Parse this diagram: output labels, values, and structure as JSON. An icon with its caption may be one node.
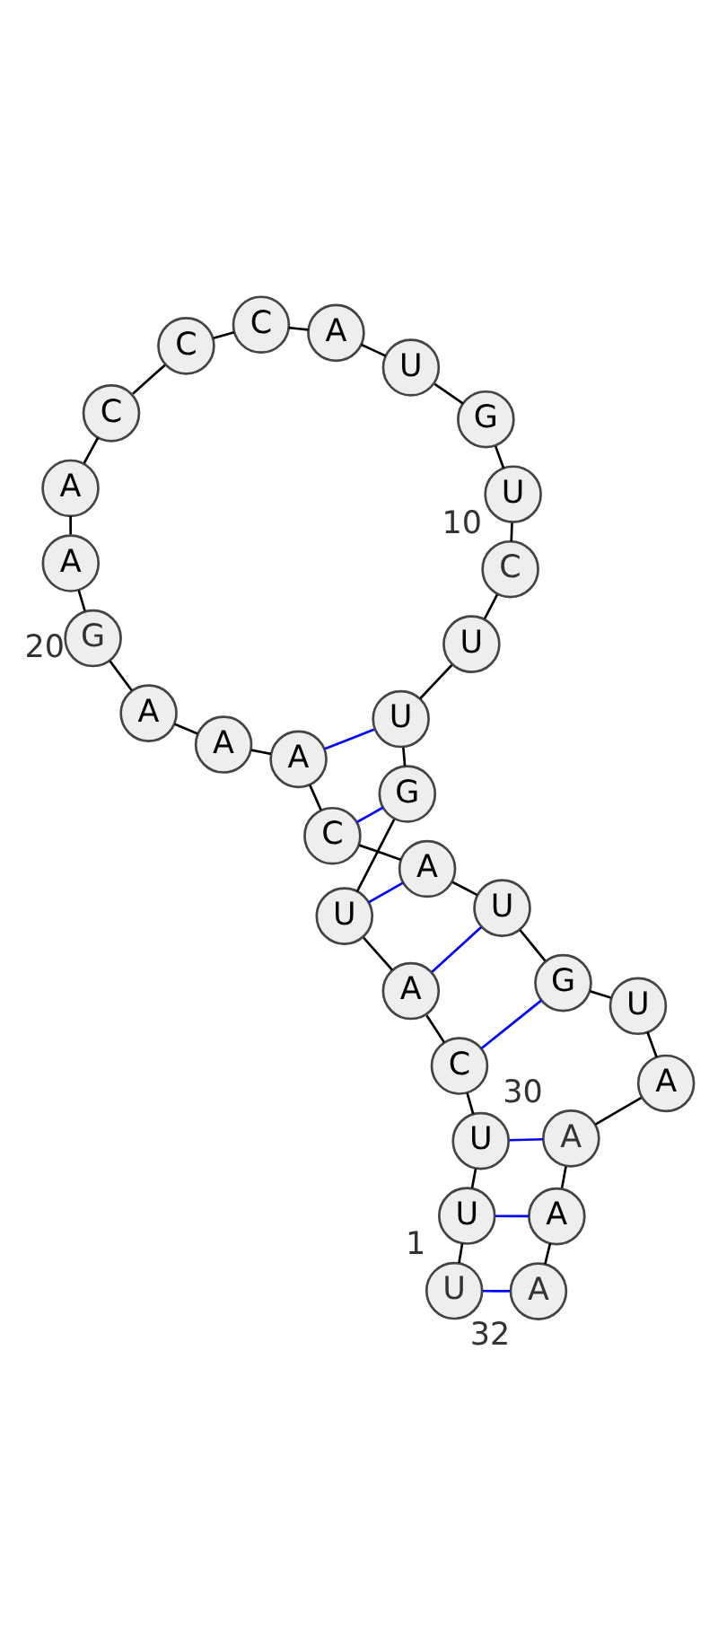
{
  "diagram": {
    "nodes": [
      {
        "text": [
          "U"
        ],
        "beside": [
          "1"
        ]
      },
      {
        "text": [
          "U"
        ]
      },
      {
        "text": [
          "U"
        ]
      },
      {
        "text": [
          "C"
        ]
      },
      {
        "text": [
          "A"
        ]
      },
      {
        "text": [
          "U"
        ]
      },
      {
        "text": [
          "G"
        ]
      },
      {
        "text": [
          "U"
        ]
      },
      {
        "text": [
          "U"
        ]
      },
      {
        "text": [
          "C"
        ],
        "beside": [
          "10"
        ]
      },
      {
        "text": [
          "U"
        ]
      },
      {
        "text": [
          "G"
        ]
      },
      {
        "text": [
          "U"
        ]
      },
      {
        "text": [
          "A"
        ]
      },
      {
        "text": [
          "C"
        ]
      },
      {
        "text": [
          "C"
        ]
      },
      {
        "text": [
          "C"
        ]
      },
      {
        "text": [
          "A"
        ]
      },
      {
        "text": [
          "A"
        ]
      },
      {
        "text": [
          "G"
        ],
        "beside": [
          "20"
        ]
      },
      {
        "text": [
          "A"
        ]
      },
      {
        "text": [
          "A"
        ]
      },
      {
        "text": [
          "A"
        ]
      },
      {
        "text": [
          "C"
        ]
      },
      {
        "text": [
          "A"
        ]
      },
      {
        "text": [
          "U"
        ]
      },
      {
        "text": [
          "G"
        ]
      },
      {
        "text": [
          "U"
        ]
      },
      {
        "text": [
          "A"
        ]
      },
      {
        "text": [
          "A"
        ],
        "beside": [
          "30"
        ]
      },
      {
        "text": [
          "A"
        ]
      },
      {
        "text": [
          "A"
        ],
        "beside": [
          "32"
        ]
      }
    ],
    "edges": [
      {
        "from": 0,
        "to": 1,
        "arrow": "none"
      },
      {
        "from": 1,
        "to": 2,
        "arrow": "none"
      },
      {
        "from": 2,
        "to": 3,
        "arrow": "none"
      },
      {
        "from": 3,
        "to": 4,
        "arrow": "none"
      },
      {
        "from": 4,
        "to": 5,
        "arrow": "none"
      },
      {
        "from": 5,
        "to": 6,
        "arrow": "none"
      },
      {
        "from": 6,
        "to": 7,
        "arrow": "none"
      },
      {
        "from": 7,
        "to": 8,
        "arrow": "none"
      },
      {
        "from": 8,
        "to": 9,
        "arrow": "none"
      },
      {
        "from": 9,
        "to": 10,
        "arrow": "none"
      },
      {
        "from": 10,
        "to": 11,
        "arrow": "none"
      },
      {
        "from": 11,
        "to": 12,
        "arrow": "none"
      },
      {
        "from": 12,
        "to": 13,
        "arrow": "none"
      },
      {
        "from": 13,
        "to": 14,
        "arrow": "none"
      },
      {
        "from": 14,
        "to": 15,
        "arrow": "none"
      },
      {
        "from": 15,
        "to": 16,
        "arrow": "none"
      },
      {
        "from": 16,
        "to": 17,
        "arrow": "none"
      },
      {
        "from": 17,
        "to": 18,
        "arrow": "none"
      },
      {
        "from": 18,
        "to": 19,
        "arrow": "none"
      },
      {
        "from": 19,
        "to": 20,
        "arrow": "none"
      },
      {
        "from": 20,
        "to": 21,
        "arrow": "none"
      },
      {
        "from": 21,
        "to": 22,
        "arrow": "none"
      },
      {
        "from": 22,
        "to": 23,
        "arrow": "none"
      },
      {
        "from": 23,
        "to": 24,
        "arrow": "none"
      },
      {
        "from": 24,
        "to": 25,
        "arrow": "none"
      },
      {
        "from": 25,
        "to": 26,
        "arrow": "none"
      },
      {
        "from": 26,
        "to": 27,
        "arrow": "none"
      },
      {
        "from": 27,
        "to": 28,
        "arrow": "none"
      },
      {
        "from": 28,
        "to": 29,
        "arrow": "none"
      },
      {
        "from": 29,
        "to": 30,
        "arrow": "none"
      },
      {
        "from": 30,
        "to": 31,
        "arrow": "none"
      },
      {
        "from": 0,
        "to": 31,
        "arrow": "none",
        "color": "#0000ff"
      },
      {
        "from": 1,
        "to": 30,
        "arrow": "none",
        "color": "#0000ff"
      },
      {
        "from": 2,
        "to": 29,
        "arrow": "none",
        "color": "#0000ff"
      },
      {
        "from": 3,
        "to": 26,
        "arrow": "none",
        "color": "#0000ff"
      },
      {
        "from": 4,
        "to": 25,
        "arrow": "none",
        "color": "#0000ff"
      },
      {
        "from": 5,
        "to": 24,
        "arrow": "none",
        "color": "#0000ff"
      },
      {
        "from": 6,
        "to": 23,
        "arrow": "none",
        "color": "#0000ff"
      },
      {
        "from": 7,
        "to": 22,
        "arrow": "none",
        "color": "#0000ff"
      }
    ]
  }
}
